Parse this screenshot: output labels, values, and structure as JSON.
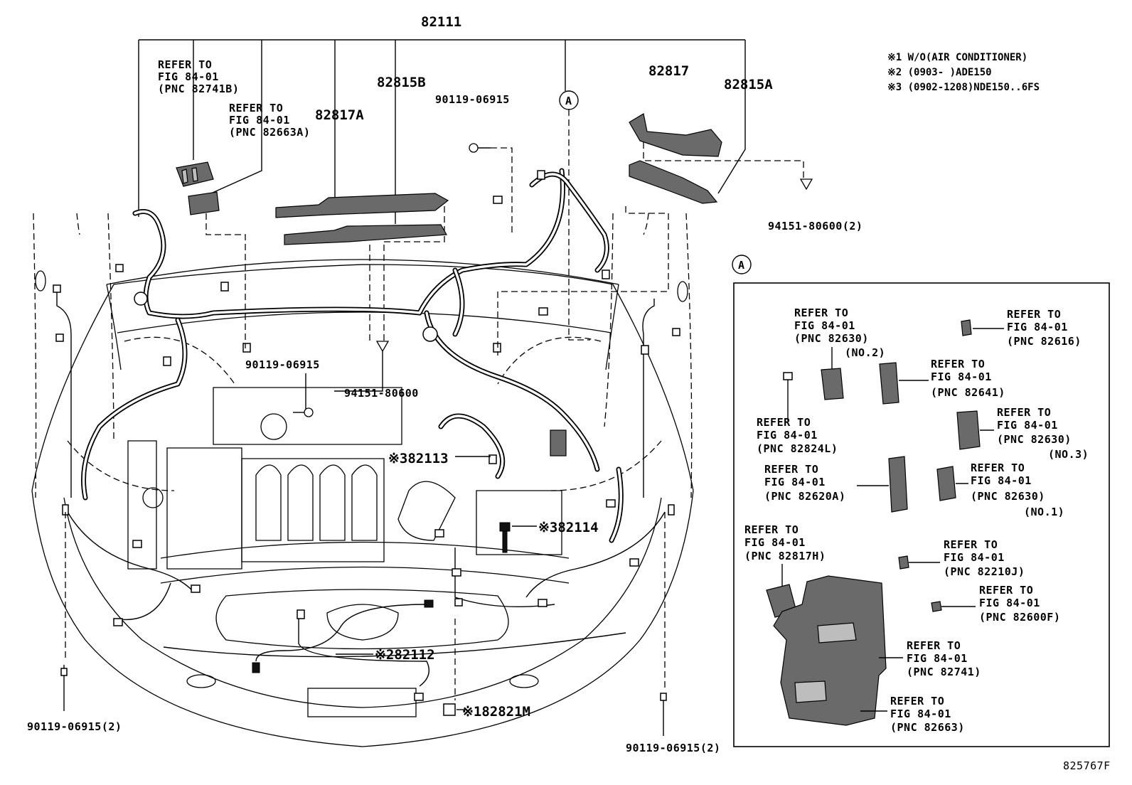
{
  "diagram": {
    "figure_id": "825767F",
    "main_callouts": {
      "harness_main": "82111",
      "p82815B": "82815B",
      "p82817A": "82817A",
      "p82817": "82817",
      "p82815A": "82815A",
      "bolt_top": "90119-06915",
      "bolt_mid": "90119-06915",
      "clip_mid": "94151-80600",
      "clip_right": "94151-80600(2)",
      "bolt_left": "90119-06915(2)",
      "bolt_right": "90119-06915(2)",
      "p82113": "※382113",
      "p82114": "※382114",
      "p82112": "※282112",
      "p82821M": "※182821M",
      "marker_a": "A"
    },
    "refer_left_1": [
      "REFER TO",
      "FIG 84-01",
      "(PNC 82741B)"
    ],
    "refer_left_2": [
      "REFER TO",
      "FIG 84-01",
      "(PNC 82663A)"
    ],
    "notes": [
      "※1 W/O(AIR CONDITIONER)",
      "※2 (0903-     )ADE150",
      "※3 (0902-1208)NDE150..6FS"
    ],
    "inset": {
      "marker": "A",
      "refs": [
        {
          "lines": [
            "REFER TO",
            "FIG 84-01",
            "(PNC 82630)",
            "(NO.2)"
          ]
        },
        {
          "lines": [
            "REFER TO",
            "FIG 84-01",
            "(PNC 82616)"
          ]
        },
        {
          "lines": [
            "REFER TO",
            "FIG 84-01",
            "(PNC 82641)"
          ]
        },
        {
          "lines": [
            "REFER TO",
            "FIG 84-01",
            "(PNC 82824L)"
          ]
        },
        {
          "lines": [
            "REFER TO",
            "FIG 84-01",
            "(PNC 82630)",
            "(NO.3)"
          ]
        },
        {
          "lines": [
            "REFER TO",
            "FIG 84-01",
            "(PNC 82620A)"
          ]
        },
        {
          "lines": [
            "REFER TO",
            "FIG 84-01",
            "(PNC 82630)",
            "(NO.1)"
          ]
        },
        {
          "lines": [
            "REFER TO",
            "FIG 84-01",
            "(PNC 82817H)"
          ]
        },
        {
          "lines": [
            "REFER TO",
            "FIG 84-01",
            "(PNC 82210J)"
          ]
        },
        {
          "lines": [
            "REFER TO",
            "FIG 84-01",
            "(PNC 82600F)"
          ]
        },
        {
          "lines": [
            "REFER TO",
            "FIG 84-01",
            "(PNC 82741)"
          ]
        },
        {
          "lines": [
            "REFER TO",
            "FIG 84-01",
            "(PNC 82663)"
          ]
        }
      ]
    }
  }
}
